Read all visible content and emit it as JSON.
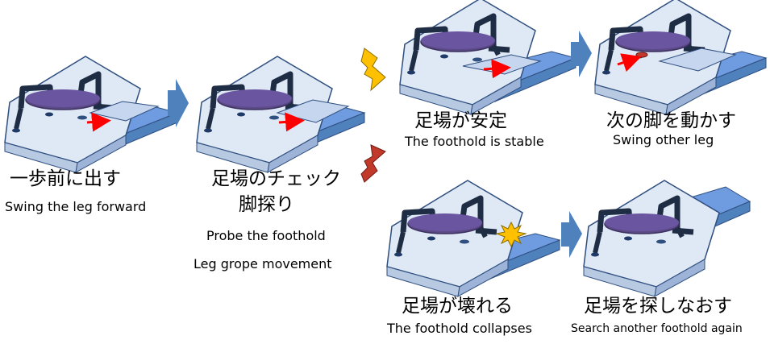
{
  "steps": {
    "swing": {
      "jp": "一歩前に出す",
      "en": "Swing the leg forward"
    },
    "probe": {
      "jp1": "足場のチェック",
      "jp2": "脚探り",
      "en1": "Probe the foothold",
      "en2": "Leg grope movement"
    },
    "stable": {
      "jp": "足場が安定",
      "en": "The foothold is stable"
    },
    "next": {
      "jp": "次の脚を動かす",
      "en": "Swing other leg"
    },
    "collapse": {
      "jp": "足場が壊れる",
      "en": "The foothold collapses"
    },
    "search": {
      "jp": "足場を探しなおす",
      "en": "Search another foothold again"
    }
  },
  "colors": {
    "body_plate": "#dfe8f5",
    "foothold": "#4f81bd",
    "foothold_top": "#6f9be0",
    "leg": "#1f2d44",
    "disc": "#5b4a86",
    "arrow_red": "#ff0000",
    "step_arrow": "#4f81bd",
    "bolt_yellow": "#ffc000",
    "bolt_red": "#c0392b",
    "burst": "#ffc000"
  }
}
